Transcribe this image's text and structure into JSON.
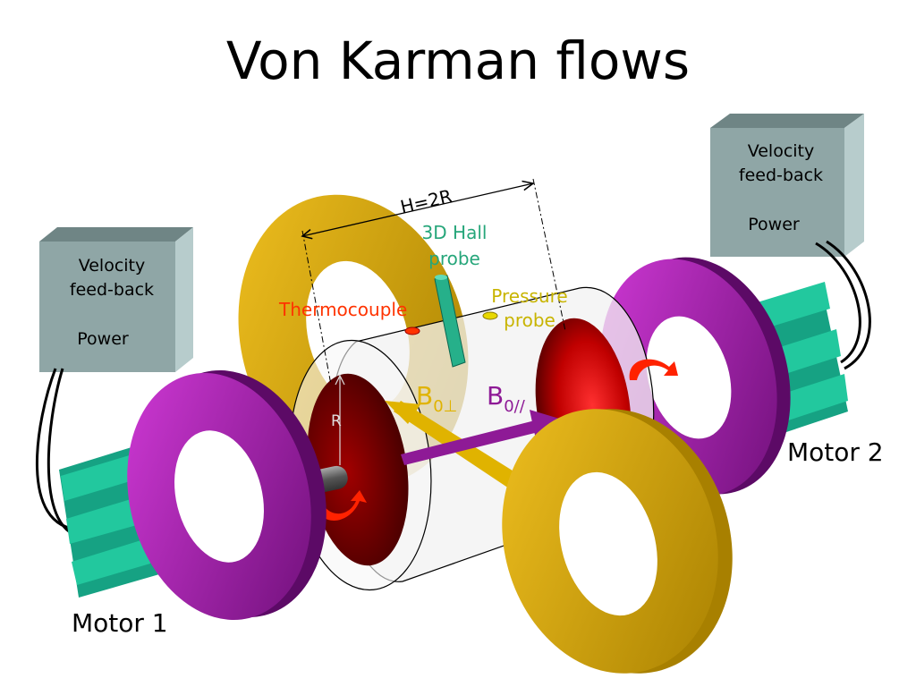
{
  "title": "Von Karman flows",
  "left_box": {
    "line1": "Velocity",
    "line2": "feed-back",
    "line3": "Power"
  },
  "right_box": {
    "line1": "Velocity",
    "line2": "feed-back",
    "line3": "Power"
  },
  "labels": {
    "dimension": "H=2R",
    "hall_probe_line1": "3D Hall",
    "hall_probe_line2": "probe",
    "thermocouple": "Thermocouple",
    "pressure_line1": "Pressure",
    "pressure_line2": "probe",
    "b_perp_main": "B",
    "b_perp_sub": "0⊥",
    "b_par_main": "B",
    "b_par_sub": "0//",
    "radius": "R",
    "motor1": "Motor 1",
    "motor2": "Motor 2"
  },
  "colors": {
    "box": "#8fa6a6",
    "motor_green": "#1aae8c",
    "coil_purple": "#8e1a96",
    "coil_gold": "#d4a500",
    "disk_red": "#b00000",
    "arrow_gold": "#e0b300",
    "arrow_purple": "#8e1a96",
    "probe_green": "#26b08a",
    "thermo_red": "#ff3300",
    "pressure_gold": "#c8b400"
  }
}
